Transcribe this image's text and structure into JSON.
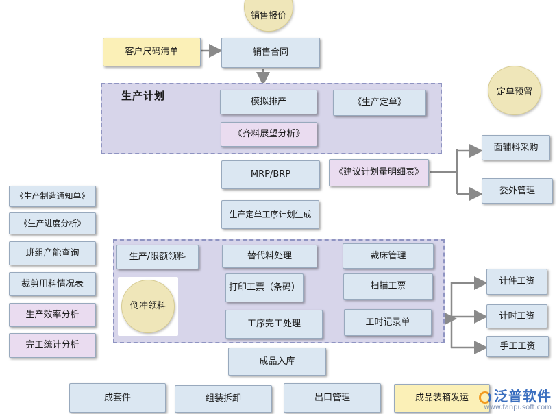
{
  "header": {
    "sales_quote": "销售报价",
    "order_warning": "定单预留"
  },
  "top": {
    "customer_size_list": "客户尺码清单",
    "sales_contract": "销售合同"
  },
  "production_plan": {
    "title": "生产计划",
    "simulated_scheduling": "模拟排产",
    "production_order": "《生产定单》",
    "kit_outlook": "《齐料展望分析》"
  },
  "planning": {
    "mrp_brp": "MRP/BRP",
    "suggested_plan": "《建议计划量明细表》",
    "auxiliary_purchase": "面辅料采购",
    "outsourcing": "委外管理",
    "process_plan_generation": "生产定单工序计划生成"
  },
  "left_reports": [
    "《生产制造通知单》",
    "《生产进度分析》",
    "班组产能查询",
    "裁剪用料情况表",
    "生产效率分析",
    "完工统计分析"
  ],
  "shop_floor": {
    "quota_material": "生产/限额领料",
    "substitute": "替代料处理",
    "cutting_bed": "裁床管理",
    "backflush": "倒冲领料",
    "print_ticket": "打印工票（条码）",
    "scan_ticket": "扫描工票",
    "process_complete": "工序完工处理",
    "time_record": "工时记录单"
  },
  "wages": {
    "piece": "计件工资",
    "hourly": "计时工资",
    "manual": "手工工资"
  },
  "finished": {
    "warehouse_in": "成品入库",
    "sets": "成套件",
    "assembly": "组装拆卸",
    "export": "出口管理",
    "packing": "成品装箱发运"
  },
  "logo": {
    "name": "泛普软件",
    "url": "www.fanpusoft.com"
  },
  "colors": {
    "blue": "#dbe7f2",
    "purple": "#eadcf0",
    "yellow": "#fbf0b7",
    "circle": "#efe6b9",
    "region": "#d7d5ea",
    "arrow": "#8a8a8a"
  }
}
